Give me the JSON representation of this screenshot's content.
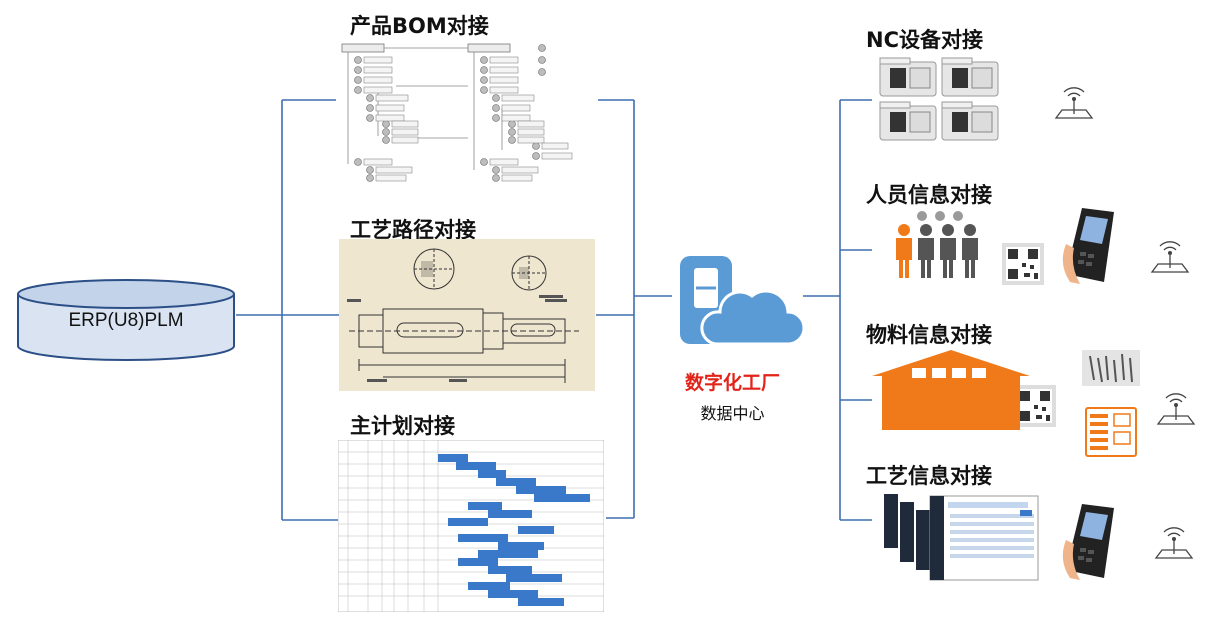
{
  "erp": {
    "label": "ERP(U8)PLM"
  },
  "center": {
    "title": "数字化工厂",
    "subtitle": "数据中心"
  },
  "left_sections": [
    {
      "title": "产品BOM对接"
    },
    {
      "title": "工艺路径对接"
    },
    {
      "title": "主计划对接"
    }
  ],
  "right_sections": [
    {
      "title": "NC设备对接"
    },
    {
      "title": "人员信息对接"
    },
    {
      "title": "物料信息对接"
    },
    {
      "title": "工艺信息对接"
    }
  ],
  "colors": {
    "connector": "#3e6fb0",
    "cloud": "#5b9bd5",
    "orange": "#f07a1a",
    "red_text": "#e2231a",
    "gantt_bar": "#3a78c9"
  }
}
